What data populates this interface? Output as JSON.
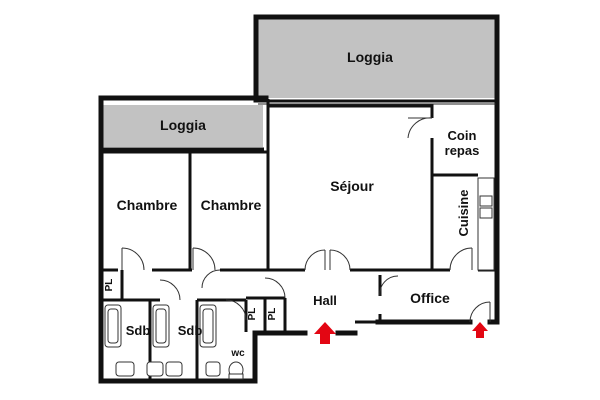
{
  "plan": {
    "rooms": {
      "loggia_top": "Loggia",
      "loggia_left": "Loggia",
      "chambre_1": "Chambre",
      "chambre_2": "Chambre",
      "sejour": "Séjour",
      "coin_repas_line1": "Coin",
      "coin_repas_line2": "repas",
      "cuisine": "Cuisine",
      "hall": "Hall",
      "office": "Office",
      "sdb_1": "Sdb",
      "sdb_2": "Sdb",
      "wc": "wc",
      "pl_1": "PL",
      "pl_2": "PL",
      "pl_3": "PL"
    },
    "colors": {
      "wall": "#111111",
      "loggia_fill": "#c2c2c2",
      "entrance_arrow": "#e30613"
    },
    "entrance_arrows": [
      "main-entrance-arrow",
      "office-entrance-arrow"
    ]
  }
}
